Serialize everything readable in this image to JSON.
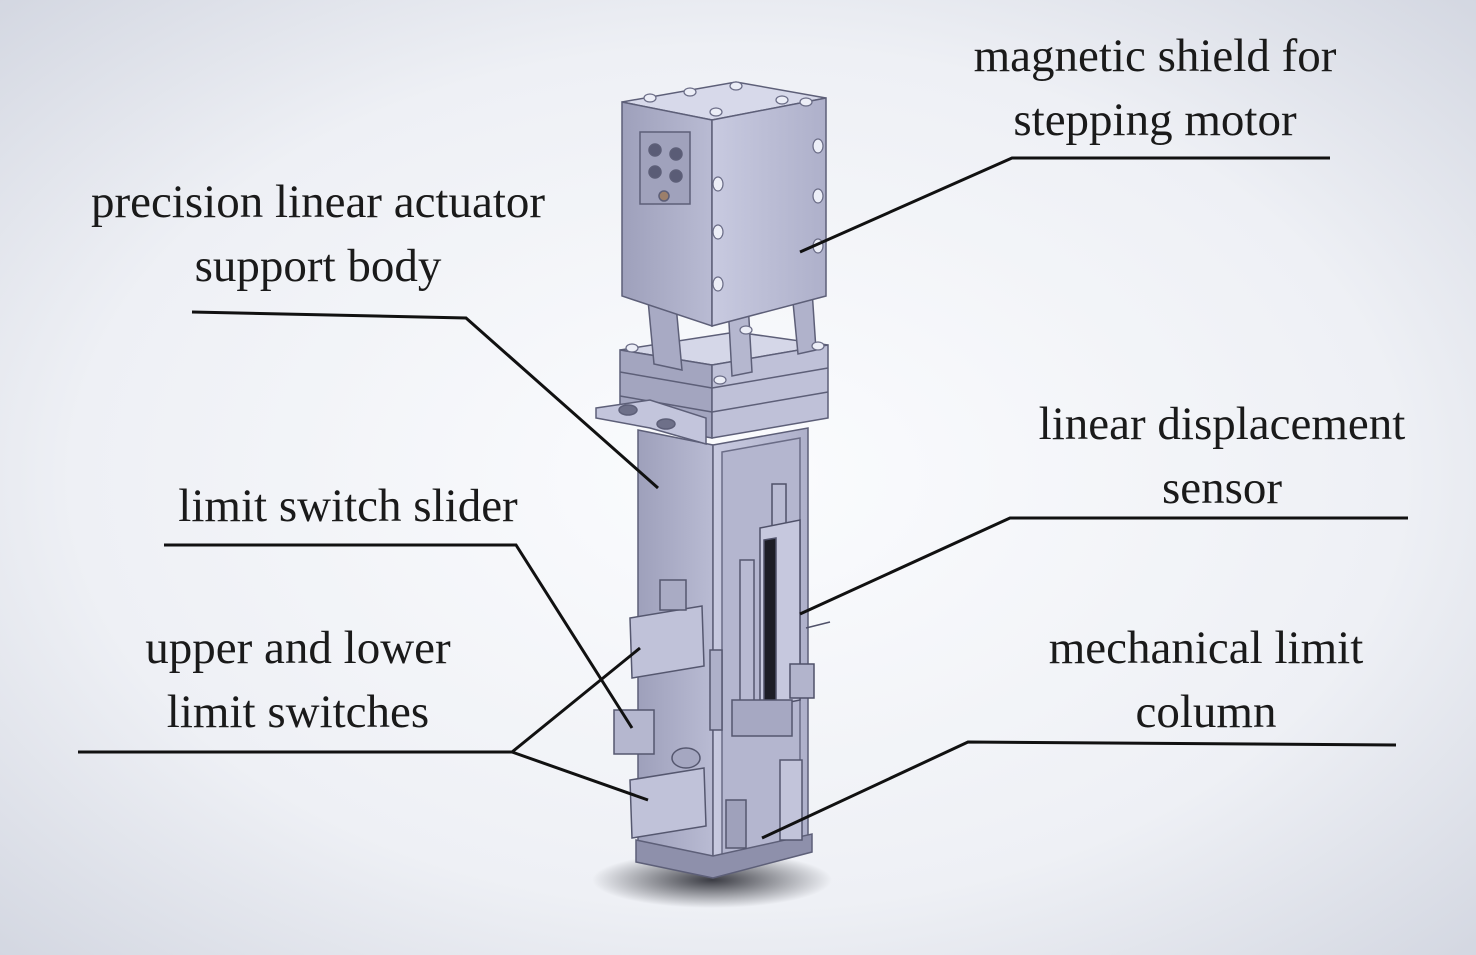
{
  "labels": {
    "magnetic_shield": {
      "line1": "magnetic shield for",
      "line2": "stepping motor"
    },
    "support_body": {
      "line1": "precision linear actuator",
      "line2": "support body"
    },
    "displacement_sensor": {
      "line1": "linear displacement",
      "line2": "sensor"
    },
    "limit_switch_slider": {
      "line1": "limit switch slider"
    },
    "limit_switches": {
      "line1": "upper and lower",
      "line2": "limit switches"
    },
    "mechanical_limit_column": {
      "line1": "mechanical limit",
      "line2": "column"
    }
  },
  "colors": {
    "background_center": "#fbfcfe",
    "background_edge": "#d2d6e0",
    "metal_light": "#c9cbe0",
    "metal_mid": "#a9abc4",
    "metal_dark": "#7c7e99",
    "leader_line": "#111111"
  }
}
